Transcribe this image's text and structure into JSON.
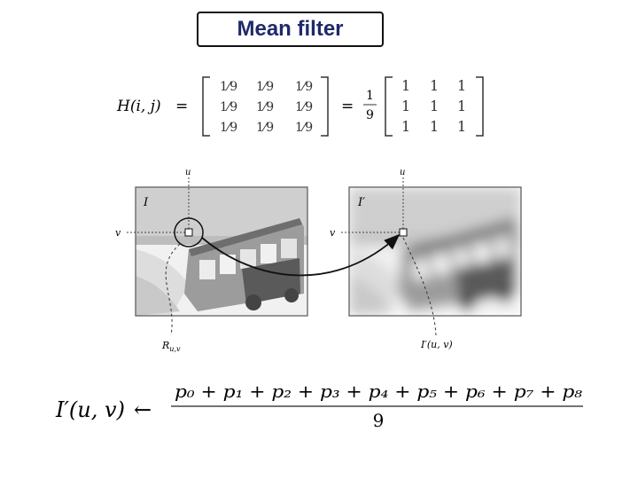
{
  "title": "Mean filter",
  "equation_h": {
    "lhs": "H(i, j)",
    "equals": "=",
    "fraction_matrix": [
      [
        "1⁄9",
        "1⁄9",
        "1⁄9"
      ],
      [
        "1⁄9",
        "1⁄9",
        "1⁄9"
      ],
      [
        "1⁄9",
        "1⁄9",
        "1⁄9"
      ]
    ],
    "equals_2": "=",
    "scalar_numerator": "1",
    "scalar_denominator": "9",
    "ones_matrix": [
      [
        "1",
        "1",
        "1"
      ],
      [
        "1",
        "1",
        "1"
      ],
      [
        "1",
        "1",
        "1"
      ]
    ]
  },
  "diagram": {
    "source_label": "I",
    "target_label": "I′",
    "u_label_left": "u",
    "v_label_left": "v",
    "u_label_right": "u",
    "v_label_right": "v",
    "region_label": "R",
    "region_subscript": "u,v",
    "output_label": "I′(u, v)"
  },
  "equation_mean": {
    "lhs": "I′(u, v)",
    "arrow": "←",
    "numerator": "p₀ + p₁ + p₂ + p₃ + p₄ + p₅ + p₆ + p₇ + p₈",
    "denominator": "9"
  }
}
